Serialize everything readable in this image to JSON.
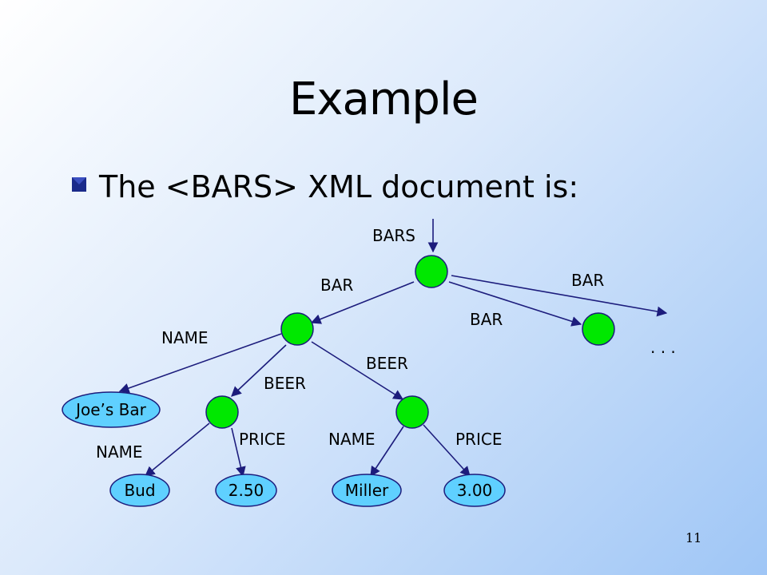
{
  "slide": {
    "title": "Example",
    "bullet_text": "The <BARS> XML document is:",
    "page_number": "11"
  },
  "colors": {
    "node_fill": "#00e800",
    "leaf_fill": "#5fd0ff",
    "edge": "#1c1c7c"
  },
  "tree": {
    "root_label": "BARS",
    "ellipsis": ". . .",
    "edge_labels": {
      "bar_left": "BAR",
      "bar_middle": "BAR",
      "bar_right": "BAR",
      "name_bar": "NAME",
      "beer_left": "BEER",
      "beer_right": "BEER",
      "name_beer1": "NAME",
      "price_beer1": "PRICE",
      "name_beer2": "NAME",
      "price_beer2": "PRICE"
    },
    "leaves": {
      "joes_bar": "Joe’s Bar",
      "bud": "Bud",
      "price_bud": "2.50",
      "miller": "Miller",
      "price_miller": "3.00"
    }
  }
}
